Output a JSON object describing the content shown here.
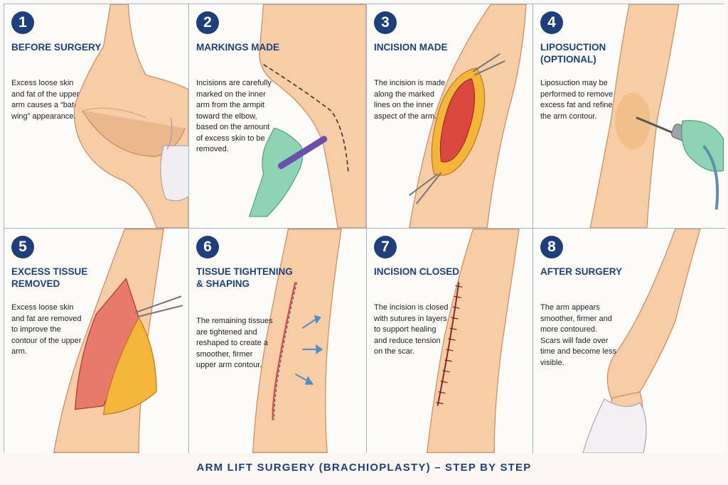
{
  "panels": [
    {
      "number": "1",
      "title": "Before Surgery",
      "description": "Excess loose skin and fat of the upper arm causes a “bat-wing” appearance."
    },
    {
      "number": "2",
      "title": "Markings Made",
      "description": "Incisions are carefully marked on the inner arm from the armpit toward the elbow, based on the amount of excess skin to be removed."
    },
    {
      "number": "3",
      "title": "Incision Made",
      "description": "The incision is made along the marked lines on the inner aspect of the arm."
    },
    {
      "number": "4",
      "title": "Liposuction (Optional)",
      "description": "Liposuction may be performed to remove excess fat and refine the arm contour."
    },
    {
      "number": "5",
      "title": "Excess Tissue Removed",
      "description": "Excess loose skin and fat are removed to improve the contour of the upper arm."
    },
    {
      "number": "6",
      "title": "Tissue Tightening & Shaping",
      "description": "The remaining tissues are tightened and reshaped to create a smoother, firmer upper arm contour."
    },
    {
      "number": "7",
      "title": "Incision Closed",
      "description": "The incision is closed with sutures in layers to support healing and reduce tension on the scar."
    },
    {
      "number": "8",
      "title": "After Surgery",
      "description": "The arm appears smoother, firmer and more contoured. Scars will fade over time and become less visible."
    }
  ],
  "footer": {
    "title": "ARM LIFT SURGERY (BRACHIOPLASTY) – STEP BY STEP"
  },
  "colors": {
    "accent": "#1f3f7a",
    "skin": "#f6cda4",
    "skin_shade": "#e3a87c",
    "fat": "#f3b63a",
    "tissue": "#d9473f",
    "glove": "#8fd3b5",
    "border": "#9fb3cf"
  }
}
